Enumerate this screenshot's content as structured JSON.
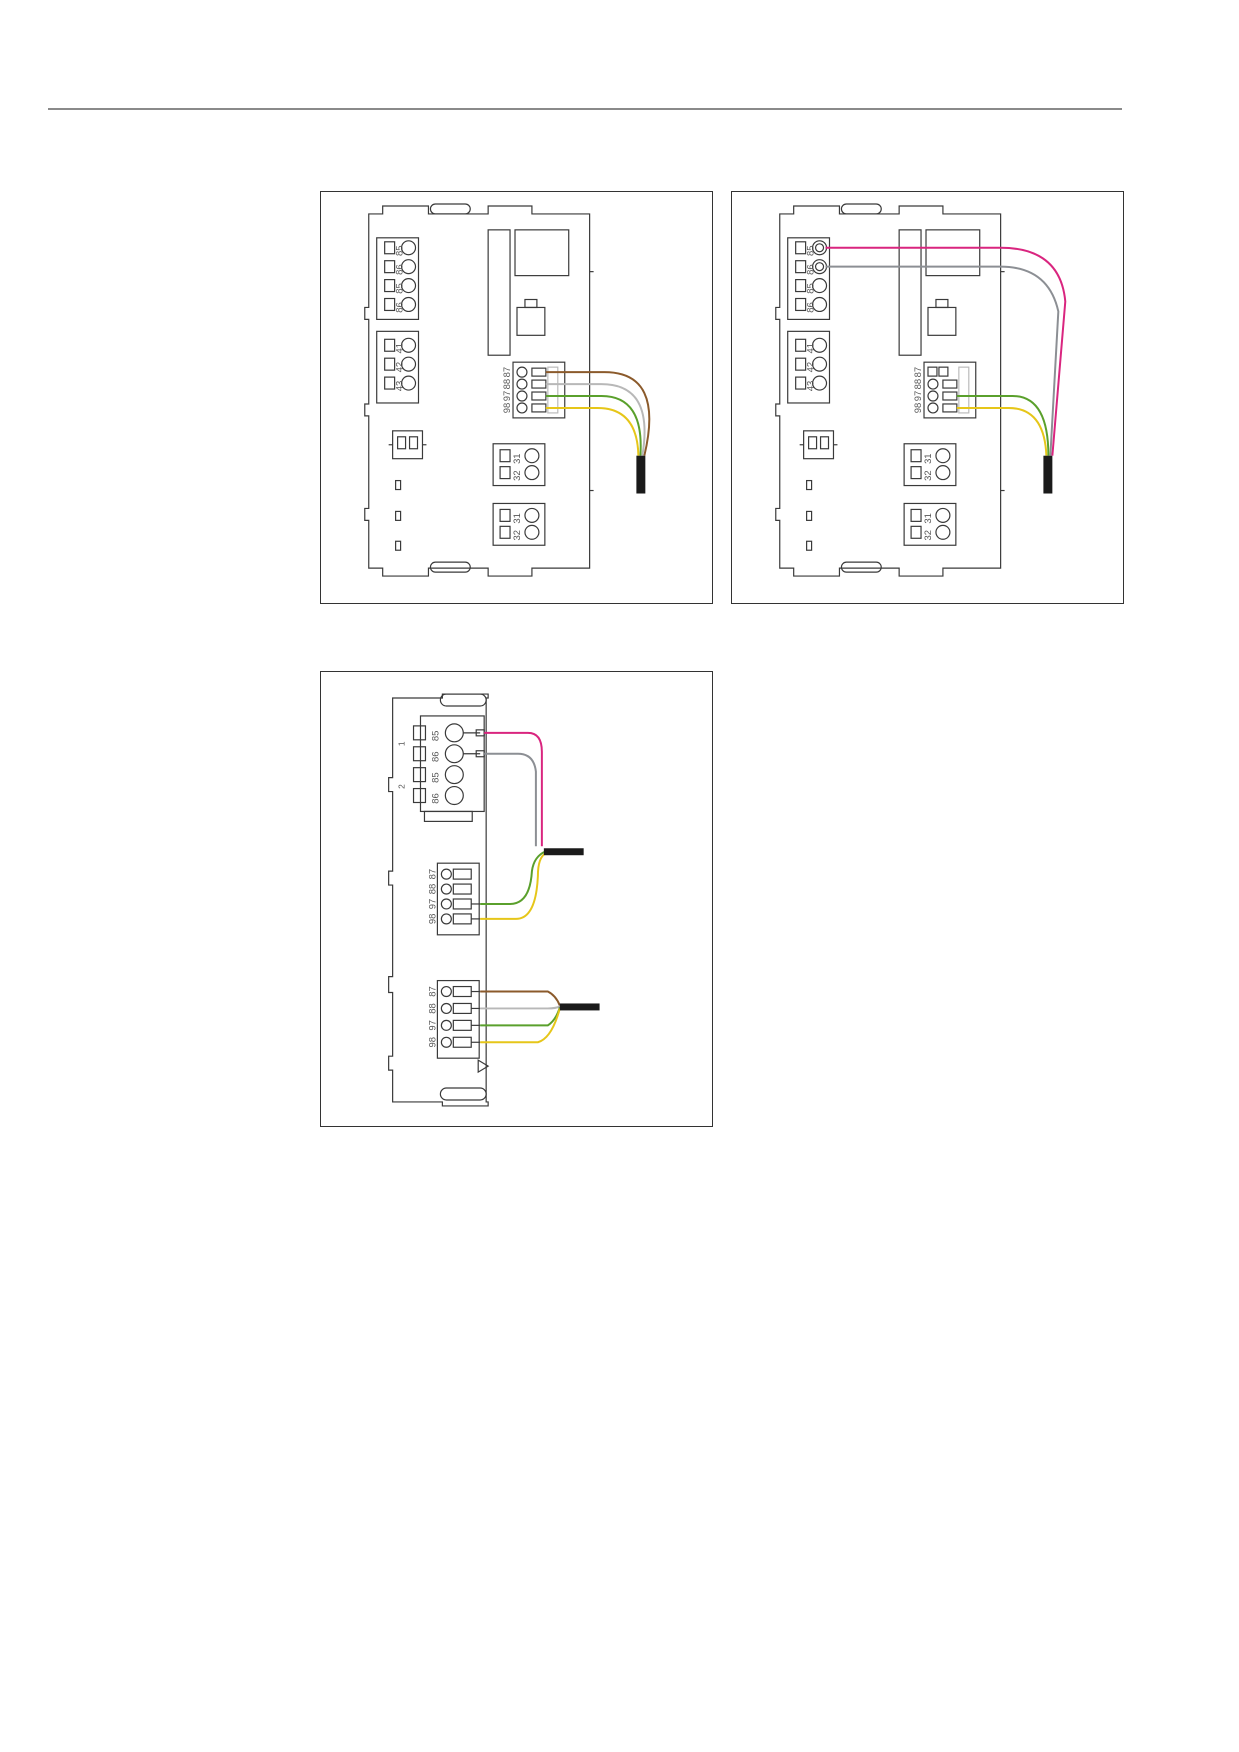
{
  "colors": {
    "line": "#3a3a3a",
    "wire_brown": "#8b5a2b",
    "wire_white": "#b8b8b8",
    "wire_green": "#5aa02c",
    "wire_yellow": "#e6c619",
    "wire_pink": "#d9257f",
    "wire_grey": "#8c8f94",
    "cable": "#1a1a1a"
  },
  "panel_a": {
    "terminal_85_86": [
      "85",
      "86",
      "85",
      "86"
    ],
    "terminal_41_43": [
      "41",
      "42",
      "43"
    ],
    "terminal_relay": [
      "98",
      "97",
      "88",
      "87"
    ],
    "terminal_31_32_upper": [
      "31",
      "32"
    ],
    "terminal_31_32_lower": [
      "31",
      "32"
    ]
  },
  "panel_b": {
    "terminal_85_86": [
      "85",
      "86",
      "85",
      "86"
    ],
    "terminal_41_43": [
      "41",
      "42",
      "43"
    ],
    "terminal_relay": [
      "98",
      "97",
      "88",
      "87"
    ],
    "terminal_31_32_upper": [
      "31",
      "32"
    ],
    "terminal_31_32_lower": [
      "31",
      "32"
    ]
  },
  "panel_c": {
    "terminal_85_86": [
      "85",
      "86",
      "85",
      "86"
    ],
    "group_marks": [
      "1",
      "2"
    ],
    "terminal_relay_upper": [
      "98",
      "97",
      "88",
      "87"
    ],
    "terminal_relay_lower": [
      "98",
      "97",
      "88",
      "87"
    ]
  }
}
